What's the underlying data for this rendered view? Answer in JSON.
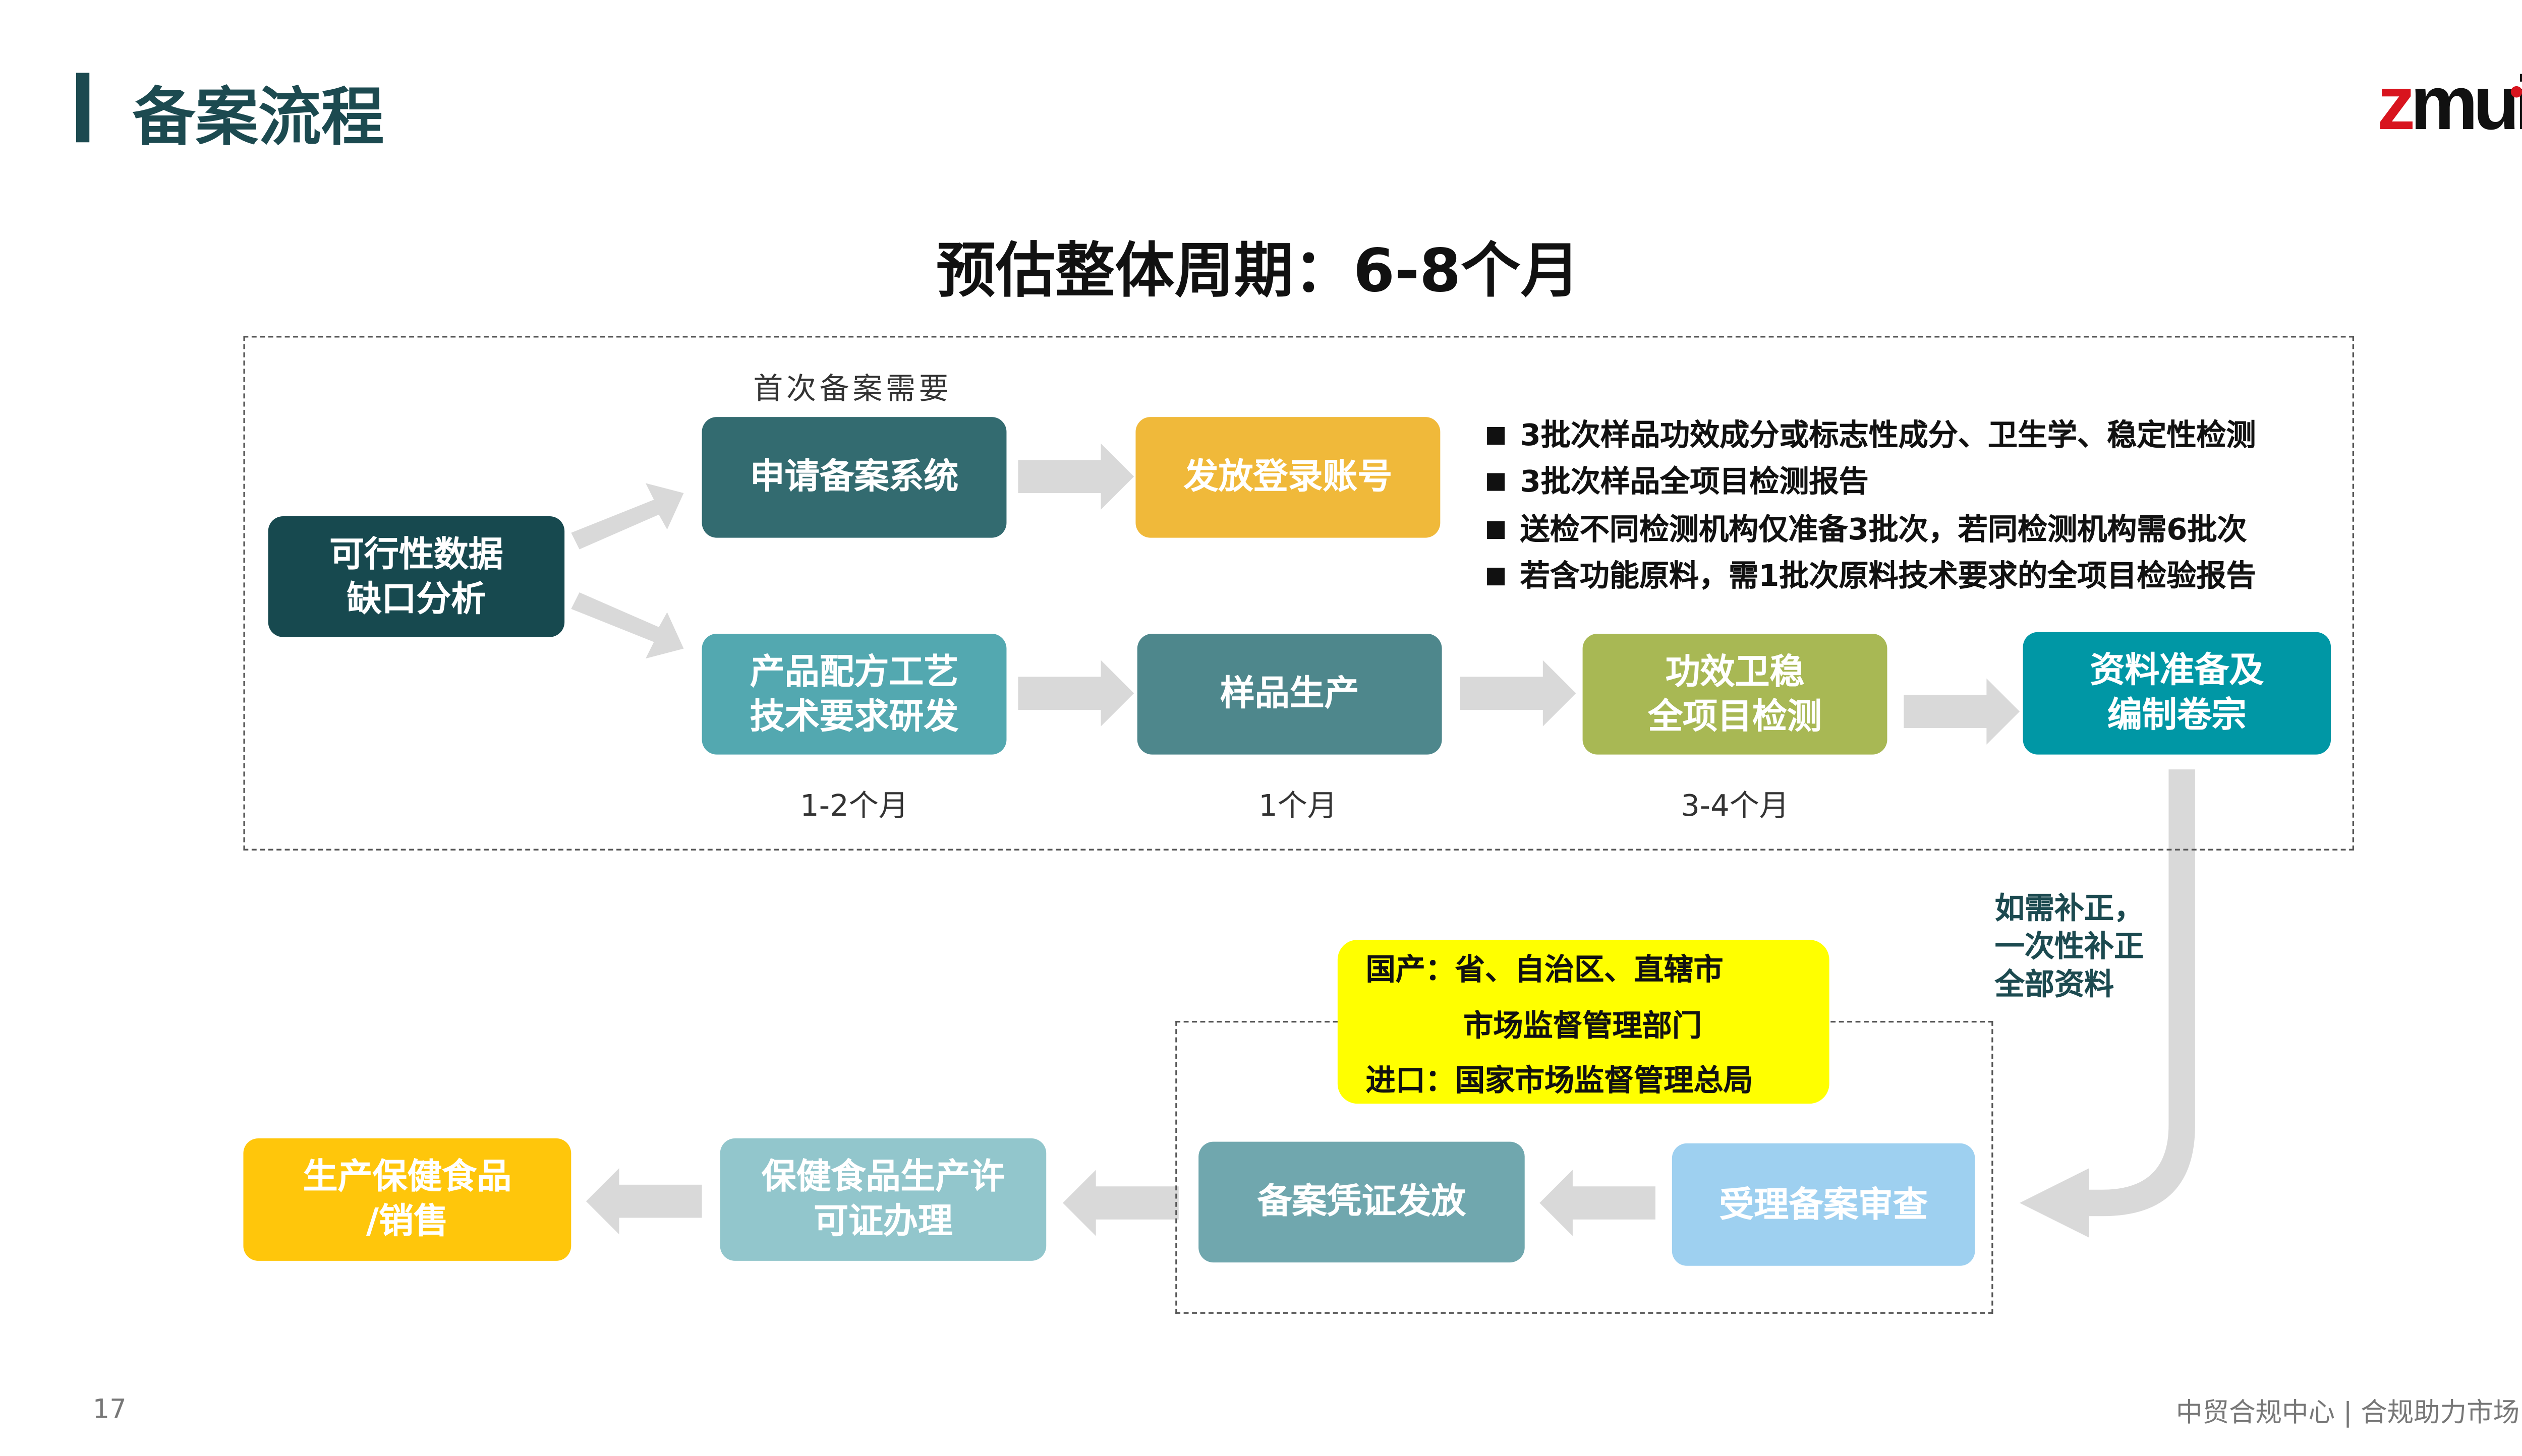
{
  "header": {
    "title": "备案流程",
    "logo": "zmui"
  },
  "main_title": "预估整体周期：6-8个月",
  "top_section": {
    "first_filing_note": "首次备案需要",
    "start_box": "可行性数据\n缺口分析",
    "row1": [
      "申请备案系统",
      "发放登录账号"
    ],
    "row2": [
      "产品配方工艺\n技术要求研发",
      "样品生产",
      "功效卫稳\n全项目检测",
      "资料准备及\n编制卷宗"
    ],
    "durations": [
      "1-2个月",
      "1个月",
      "3-4个月"
    ],
    "bullets": [
      "3批次样品功效成分或标志性成分、卫生学、稳定性检测",
      "3批次样品全项目检测报告",
      "送检不同检测机构仅准备3批次，若同检测机构需6批次",
      "若含功能原料，需1批次原料技术要求的全项目检验报告"
    ]
  },
  "correction_note": "如需补正，\n一次性补正\n全部资料",
  "authority": {
    "domestic_label": "国产：",
    "domestic_line1": "省、自治区、直辖市",
    "domestic_line2": "市场监督管理部门",
    "import_label": "进口：",
    "import_value": "国家市场监督管理总局"
  },
  "bottom_row": [
    "受理备案审查",
    "备案凭证发放",
    "保健食品生产许\n可证办理",
    "生产保健食品\n/销售"
  ],
  "footer": {
    "page_number": "17",
    "tagline": "中贸合规中心 | 合规助力市场"
  },
  "colors": {
    "dark_teal": "#17494f",
    "teal": "#336b70",
    "gold": "#f0b93a",
    "light_teal": "#53a8b0",
    "grey_teal": "#4e878c",
    "olive": "#a8b854",
    "cyan": "#0097a5",
    "yellow": "#ffff00",
    "sky": "#9ed0f0",
    "sage": "#70a7ae",
    "pale_teal": "#92c6cc",
    "amber": "#ffc60b",
    "arrow": "#d9d9d9"
  }
}
